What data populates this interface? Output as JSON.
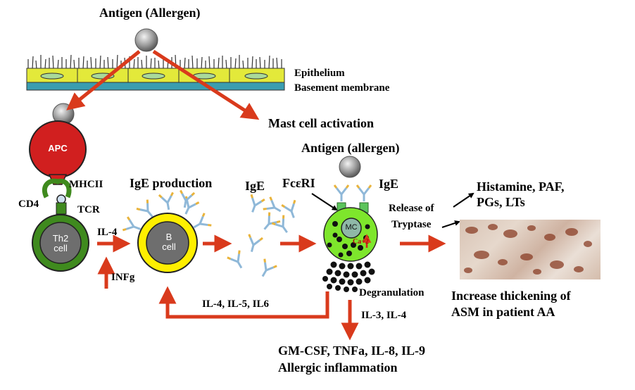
{
  "labels": {
    "antigen_top": "Antigen (Allergen)",
    "epithelium": "Epithelium",
    "basement_membrane": "Basement membrane",
    "mast_cell_activation": "Mast cell activation",
    "antigen_mid": "Antigen (allergen)",
    "apc": "APC",
    "mhcii": "MHCII",
    "cd4": "CD4",
    "tcr": "TCR",
    "th2_line1": "Th2",
    "th2_line2": "cell",
    "il4_left": "IL-4",
    "infg": "INFg",
    "ige_production": "IgE production",
    "bcell_line1": "B",
    "bcell_line2": "cell",
    "ige_free": "IgE",
    "fceri": "FcεRI",
    "ige_bound": "IgE",
    "mc": "MC",
    "ca": "Ca+2",
    "release_line1": "Release of",
    "release_line2": "Tryptase",
    "mediators_line1": "Histamine, PAF,",
    "mediators_line2": "PGs, LTs",
    "degranulation": "Degranulation",
    "il3_il4": "IL-3, IL-4",
    "il_feedback": "IL-4, IL-5, IL6",
    "cytokines": "GM-CSF, TNFa, IL-8, IL-9",
    "allergic_inflammation": "Allergic inflammation",
    "asm_line1": "Increase thickening of",
    "asm_line2": "ASM in patient AA"
  },
  "colors": {
    "arrow": "#d93a1c",
    "apc": "#d11f1f",
    "th2_ring": "#3f8a1e",
    "th2_core": "#6e6e6e",
    "bcell_ring": "#ffef00",
    "mast_cell": "#7ee62c",
    "epithelium": "#e3e93a",
    "basement": "#3a9db0",
    "antibody_arm": "#e9b33a",
    "antibody_stem": "#8fb8d8",
    "receptor": "#5cc45c"
  }
}
